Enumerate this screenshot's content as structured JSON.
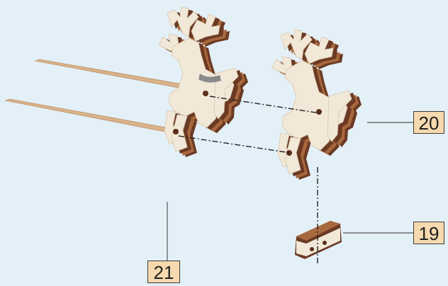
{
  "diagram": {
    "colors": {
      "background": "#e4f0f7",
      "wood_face": "#f2e8d8",
      "wood_edge_dark": "#6b3a24",
      "wood_edge_mid": "#a8683d",
      "stick": "#d9b38a",
      "callout_fill": "#f6d9ae",
      "leader_line": "#555555"
    },
    "parts": [
      {
        "id": "21",
        "label": "21",
        "description_icon": "deer-with-sticks"
      },
      {
        "id": "20",
        "label": "20",
        "description_icon": "deer-flat"
      },
      {
        "id": "19",
        "label": "19",
        "description_icon": "base-block"
      }
    ]
  }
}
